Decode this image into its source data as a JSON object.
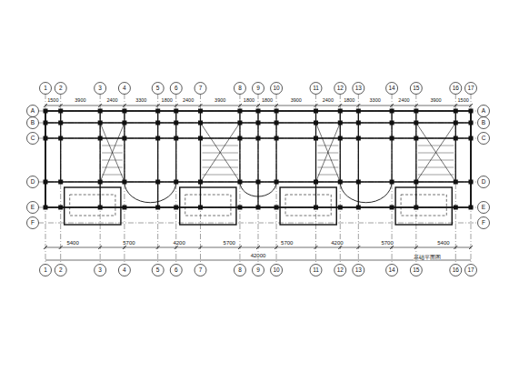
{
  "diagram": {
    "labels": [
      "1",
      "2",
      "3",
      "4",
      "5",
      "6",
      "7",
      "8",
      "9",
      "10",
      "11",
      "12",
      "13",
      "14",
      "15",
      "16",
      "17",
      "1",
      "2",
      "3",
      "4",
      "5",
      "6",
      "7",
      "8",
      "9",
      "10",
      "11",
      "12",
      "13",
      "14",
      "15",
      "16",
      "17",
      "A",
      "B",
      "C",
      "D",
      "E",
      "F",
      "A",
      "B",
      "C",
      "D",
      "E",
      "F",
      "1500",
      "3900",
      "2400",
      "3300",
      "1800",
      "2400",
      "3900",
      "1800",
      "1800",
      "3900",
      "2400",
      "1800",
      "3300",
      "2400",
      "3900",
      "1500",
      "5400",
      "5700",
      "4200",
      "5700",
      "5700",
      "4200",
      "5700",
      "5400",
      "42000",
      "基础平面图"
    ]
  }
}
